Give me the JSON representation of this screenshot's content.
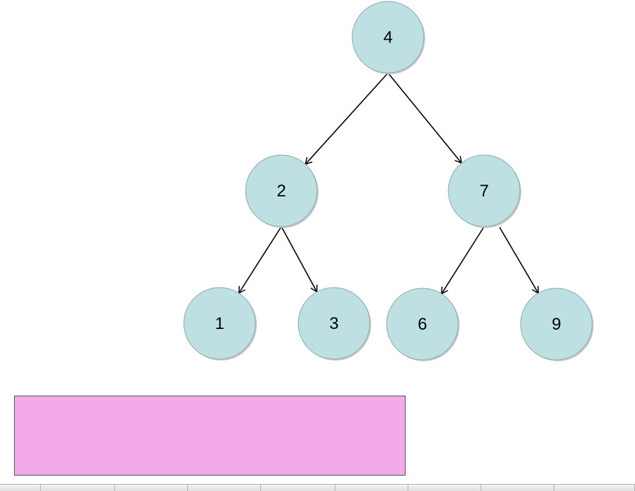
{
  "tree": {
    "nodes": [
      {
        "id": "n4",
        "label": "4"
      },
      {
        "id": "n2",
        "label": "2"
      },
      {
        "id": "n7",
        "label": "7"
      },
      {
        "id": "n1",
        "label": "1"
      },
      {
        "id": "n3",
        "label": "3"
      },
      {
        "id": "n6",
        "label": "6"
      },
      {
        "id": "n9",
        "label": "9"
      }
    ],
    "edges": [
      {
        "from": "n4",
        "to": "n2"
      },
      {
        "from": "n4",
        "to": "n7"
      },
      {
        "from": "n2",
        "to": "n1"
      },
      {
        "from": "n2",
        "to": "n3"
      },
      {
        "from": "n7",
        "to": "n6"
      },
      {
        "from": "n7",
        "to": "n9"
      }
    ]
  },
  "colors": {
    "node_fill": "#bfe0e3",
    "node_stroke": "#8aa8ab",
    "edge": "#000000",
    "message_box": "#f3aaeb"
  },
  "message_box": {
    "text": ""
  }
}
